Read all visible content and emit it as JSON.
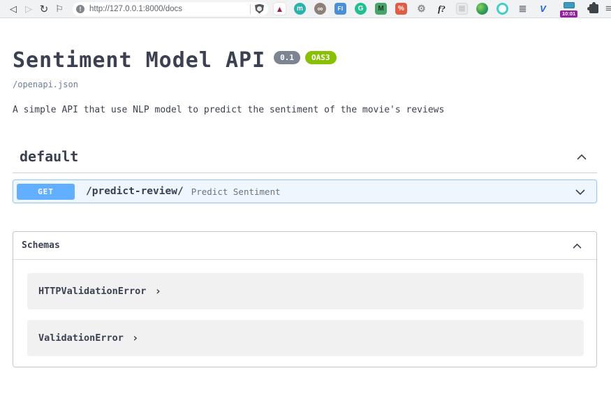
{
  "browser": {
    "nav": {
      "back": "◁",
      "forward": "▷",
      "reload": "↻",
      "bookmark": "⚐"
    },
    "address": {
      "url": "http://127.0.0.1:8000/docs",
      "info_glyph": "!"
    },
    "extensions": [
      {
        "name": "triangle-extension-icon",
        "glyph": "▲"
      },
      {
        "name": "monica-extension-icon",
        "glyph": "m"
      },
      {
        "name": "goggles-extension-icon",
        "glyph": "∞"
      },
      {
        "name": "fi-extension-icon",
        "glyph": "FI"
      },
      {
        "name": "g-extension-icon",
        "glyph": "G"
      },
      {
        "name": "m-square-extension-icon",
        "glyph": "M"
      },
      {
        "name": "percent-extension-icon",
        "glyph": "%"
      },
      {
        "name": "gear-extension-icon",
        "glyph": "⚙"
      },
      {
        "name": "fq-extension-icon",
        "glyph": "f?"
      },
      {
        "name": "page-extension-icon",
        "glyph": "▤"
      },
      {
        "name": "server-extension-icon",
        "glyph": "≣"
      },
      {
        "name": "v-dart-extension-icon",
        "glyph": "V"
      }
    ],
    "timer_badge": "10:01",
    "menu_glyph": "≡"
  },
  "page": {
    "title": "Sentiment Model API",
    "version_badge": "0.1",
    "oas_badge": "OAS3",
    "spec_link": "/openapi.json",
    "description": "A simple API that use NLP model to predict the sentiment of the movie's reviews"
  },
  "sections": {
    "default_tag": {
      "label": "default"
    },
    "operation": {
      "method": "GET",
      "path": "/predict-review/",
      "summary": "Predict Sentiment"
    },
    "schemas": {
      "label": "Schemas",
      "models": [
        {
          "name": "HTTPValidationError",
          "arrow": "›"
        },
        {
          "name": "ValidationError",
          "arrow": "›"
        }
      ]
    }
  },
  "colors": {
    "get_blue": "#61affe",
    "opblock_bg": "#eef6fe",
    "oas_green": "#89bf04",
    "version_gray": "#7d8492",
    "heading": "#3b4151"
  }
}
